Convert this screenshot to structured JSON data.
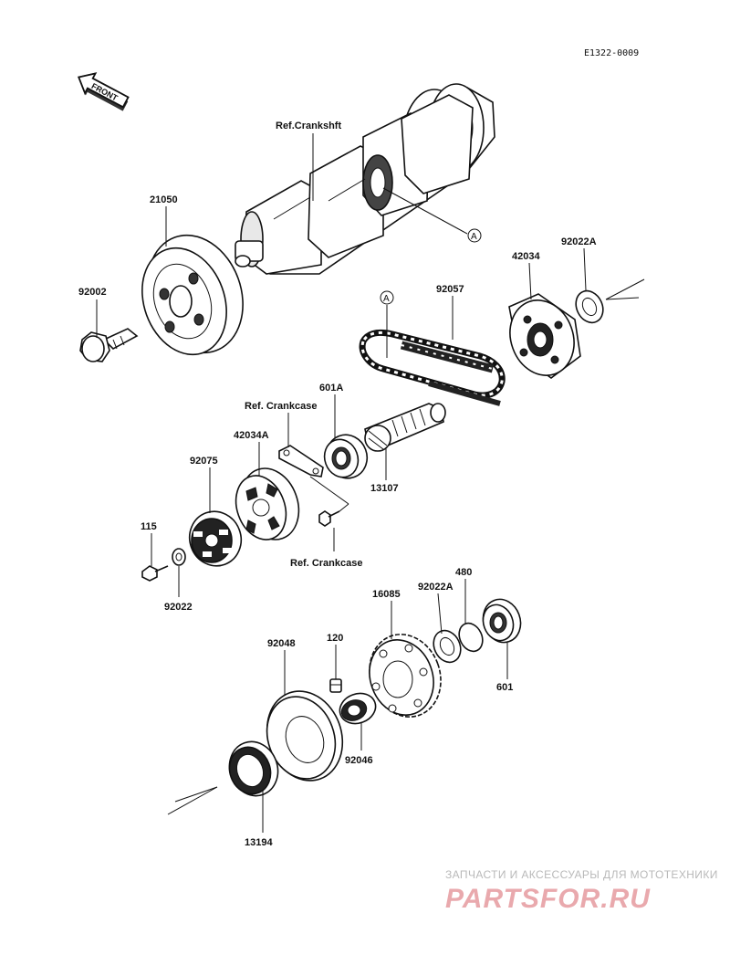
{
  "diagram_code": "E1322-0009",
  "front_arrow": {
    "label": "FRONT",
    "icon": "front-direction-arrow-icon"
  },
  "ref_marker": "A",
  "parts": {
    "ref_crankshaft": "Ref.Crankshft",
    "p21050": "21050",
    "p92002": "92002",
    "p42034": "42034",
    "p92022A_top": "92022A",
    "p92057": "92057",
    "p601A": "601A",
    "ref_crankcase_1": "Ref. Crankcase",
    "p42034A": "42034A",
    "p92075": "92075",
    "p13107": "13107",
    "p115": "115",
    "p92022": "92022",
    "ref_crankcase_2": "Ref. Crankcase",
    "p480": "480",
    "p16085": "16085",
    "p92022A_bottom": "92022A",
    "p92048": "92048",
    "p120": "120",
    "p601": "601",
    "p92046": "92046",
    "p13194": "13194"
  },
  "watermark": {
    "tagline": "ЗАПЧАСТИ И АКСЕССУАРЫ ДЛЯ МОТОТЕХНИКИ",
    "brand": "PARTSFOR.RU",
    "brand_color": "#e0959a"
  }
}
